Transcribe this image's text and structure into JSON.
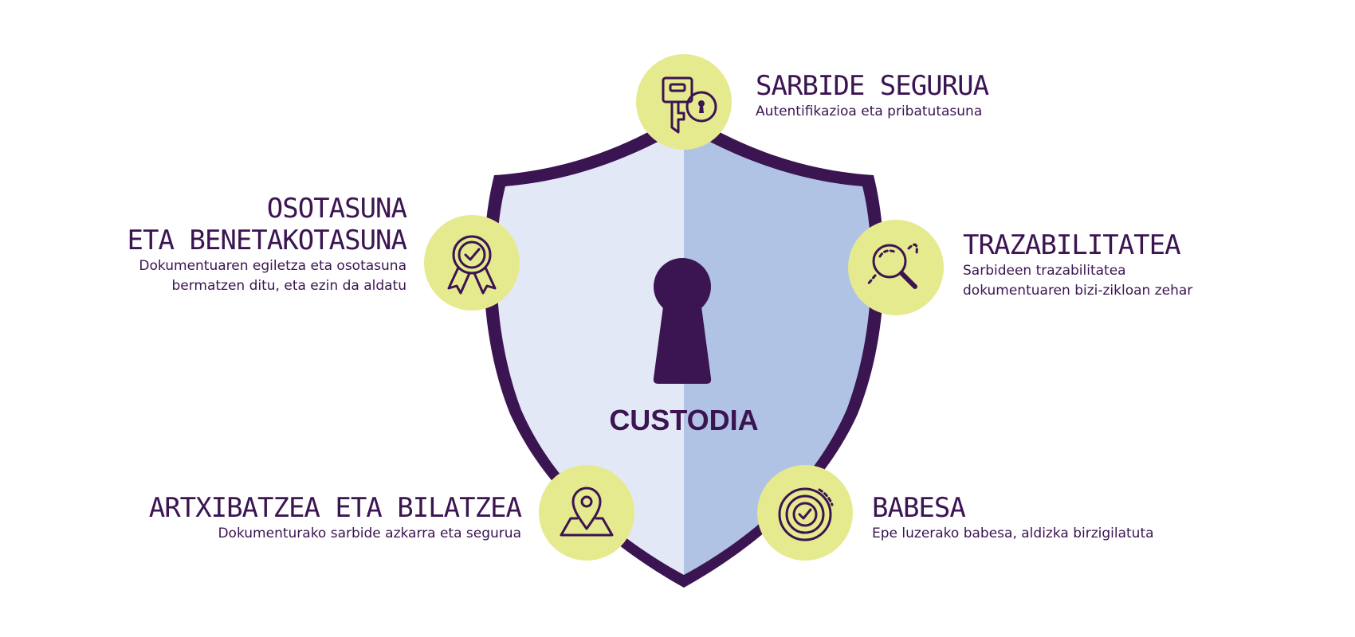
{
  "center": {
    "label": "CUSTODIA"
  },
  "colors": {
    "outline": "#3b1452",
    "shield_left": "#e3e8f6",
    "shield_right": "#b0c3e5",
    "circle": "#e6ea8e"
  },
  "features": {
    "sarbide": {
      "title": "SARBIDE SEGURUA",
      "desc": "Autentifikazioa eta pribatutasuna",
      "icon": "key-lock-icon"
    },
    "osotasuna": {
      "title_lines": [
        "OSOTASUNA",
        "ETA BENETAKOTASUNA"
      ],
      "desc_lines": [
        "Dokumentuaren egiletza eta osotasuna",
        "bermatzen ditu, eta ezin da aldatu"
      ],
      "icon": "award-ribbon-icon"
    },
    "trazabilitatea": {
      "title": "TRAZABILITATEA",
      "desc_lines": [
        "Sarbideen trazabilitatea",
        "dokumentuaren bizi-zikloan zehar"
      ],
      "icon": "magnifier-trace-icon"
    },
    "artxibatzea": {
      "title": "ARTXIBATZEA ETA BILATZEA",
      "desc": "Dokumenturako sarbide azkarra eta segurua",
      "icon": "map-pin-icon"
    },
    "babesa": {
      "title": "BABESA",
      "desc": "Epe luzerako babesa, aldizka birzigilatuta",
      "icon": "seal-check-icon"
    }
  }
}
